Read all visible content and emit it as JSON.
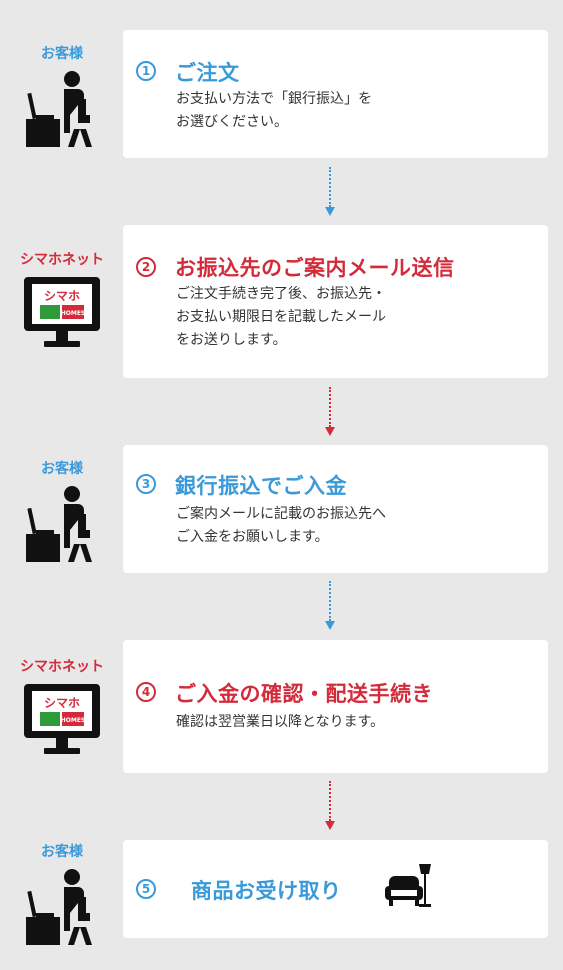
{
  "colors": {
    "blue": "#3a9ad9",
    "red": "#d42b3a",
    "background": "#e8e8e8"
  },
  "actors": {
    "customer": "お客様",
    "shop": "シマホネット"
  },
  "steps": [
    {
      "number": "1",
      "title": "ご注文",
      "lines": [
        "お支払い方法で「銀行振込」を",
        "お選びください。"
      ]
    },
    {
      "number": "2",
      "title": "お振込先のご案内メール送信",
      "lines": [
        "ご注文手続き完了後、お振込先・",
        "お支払い期限日を記載したメール",
        "をお送りします。"
      ]
    },
    {
      "number": "3",
      "title": "銀行振込でご入金",
      "lines": [
        "ご案内メールに記載のお振込先へ",
        "ご入金をお願いします。"
      ]
    },
    {
      "number": "4",
      "title": "ご入金の確認・配送手続き",
      "lines": [
        "確認は翌営業日以降となります。"
      ]
    },
    {
      "number": "5",
      "title": "商品お受け取り",
      "lines": []
    }
  ],
  "icons": {
    "customer": "person-at-desk-icon",
    "shop": "monitor-icon",
    "delivery": "armchair-lamp-icon"
  },
  "monitor_logo": {
    "text": "シマホ",
    "badge": "HOMES"
  }
}
